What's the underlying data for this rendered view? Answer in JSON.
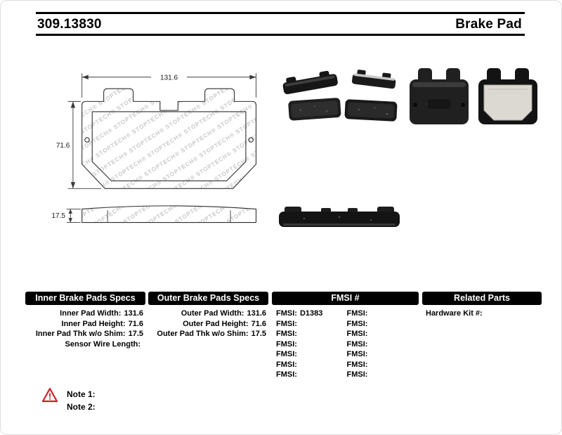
{
  "page": {
    "part_number": "309.13830",
    "product_name": "Brake Pad"
  },
  "drawing": {
    "width_dim": "131.6",
    "height_dim": "71.6",
    "thickness_dim": "17.5",
    "watermark_line": "STOPTECH® STOPTECH® STOPTECH® STOPTECH® STOPTECH® STOPTECH® STOPTECH®"
  },
  "table": {
    "inner": {
      "header": "Inner Brake Pads Specs",
      "rows": [
        {
          "label": "Inner Pad Width:",
          "value": "131.6"
        },
        {
          "label": "Inner Pad Height:",
          "value": "71.6"
        },
        {
          "label": "Inner Pad Thk w/o Shim:",
          "value": "17.5"
        },
        {
          "label": "Sensor Wire Length:",
          "value": ""
        }
      ]
    },
    "outer": {
      "header": "Outer Brake Pads Specs",
      "rows": [
        {
          "label": "Outer Pad Width:",
          "value": "131.6"
        },
        {
          "label": "Outer Pad Height:",
          "value": "71.6"
        },
        {
          "label": "Outer Pad Thk w/o Shim:",
          "value": "17.5"
        }
      ]
    },
    "fmsi": {
      "header": "FMSI #",
      "left": [
        {
          "label": "FMSI:",
          "value": "D1383"
        },
        {
          "label": "FMSI:",
          "value": ""
        },
        {
          "label": "FMSI:",
          "value": ""
        },
        {
          "label": "FMSI:",
          "value": ""
        },
        {
          "label": "FMSI:",
          "value": ""
        },
        {
          "label": "FMSI:",
          "value": ""
        },
        {
          "label": "FMSI:",
          "value": ""
        }
      ],
      "right": [
        {
          "label": "FMSI:",
          "value": ""
        },
        {
          "label": "FMSI:",
          "value": ""
        },
        {
          "label": "FMSI:",
          "value": ""
        },
        {
          "label": "FMSI:",
          "value": ""
        },
        {
          "label": "FMSI:",
          "value": ""
        },
        {
          "label": "FMSI:",
          "value": ""
        },
        {
          "label": "FMSI:",
          "value": ""
        }
      ]
    },
    "related": {
      "header": "Related Parts",
      "rows": [
        {
          "label": "Hardware Kit #:",
          "value": ""
        }
      ]
    }
  },
  "notes": {
    "warning_glyph": "!",
    "note1": "Note 1:",
    "note2": "Note 2:"
  }
}
